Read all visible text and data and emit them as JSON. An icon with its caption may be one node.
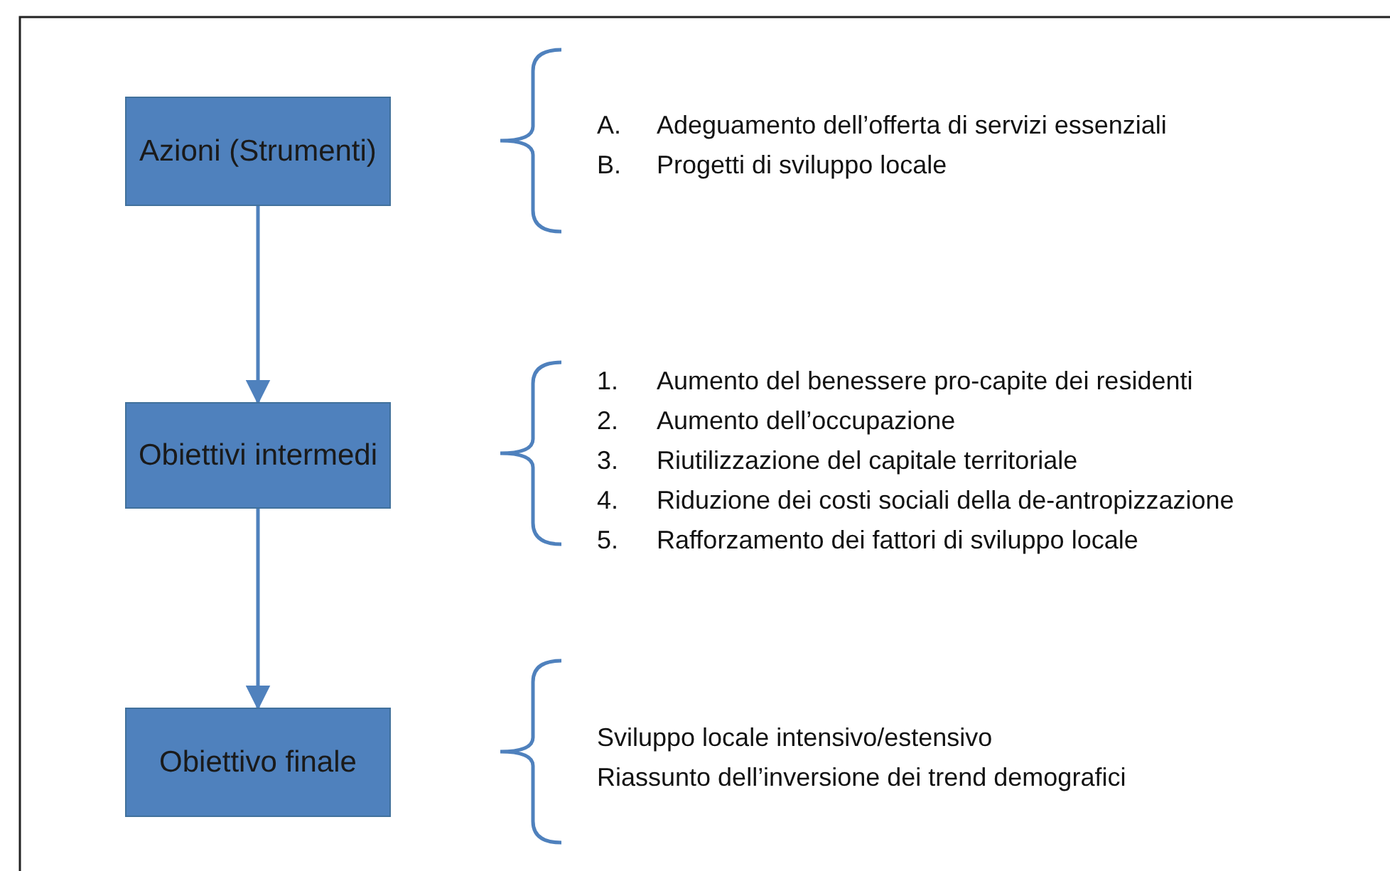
{
  "diagram": {
    "nodes": [
      {
        "text": [
          "Azioni (Strumenti)"
        ]
      },
      {
        "text": [
          "Obiettivi intermedi"
        ]
      },
      {
        "text": [
          "Obiettivo finale"
        ]
      }
    ],
    "edges": [
      {
        "from": 0,
        "to": 1,
        "arrow": "to"
      },
      {
        "from": 1,
        "to": 2,
        "arrow": "to"
      }
    ],
    "labels": [
      "A.",
      "Adeguamento dell’offerta di servizi essenziali",
      "B.",
      "Progetti di sviluppo locale",
      "1.",
      "Aumento del benessere pro-capite dei residenti",
      "2.",
      "Aumento dell’occupazione",
      "3.",
      "Riutilizzazione del capitale territoriale",
      "4.",
      "Riduzione dei costi sociali della de-antropizzazione",
      "5.",
      "Rafforzamento dei fattori di sviluppo locale",
      "Sviluppo locale intensivo/estensivo",
      "Riassunto dell’inversione dei trend demografici"
    ]
  }
}
